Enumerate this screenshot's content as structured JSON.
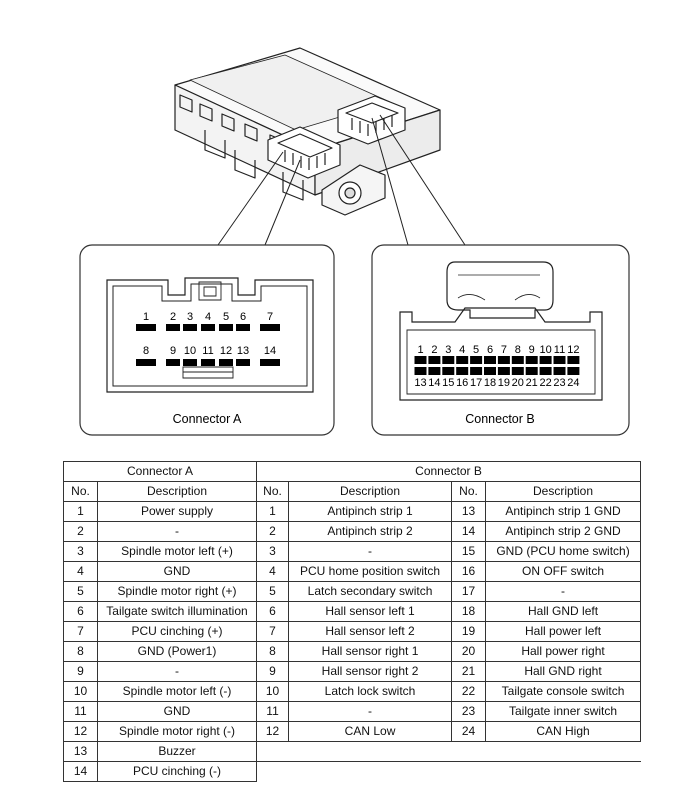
{
  "diagram": {
    "connector_a_caption": "Connector A",
    "connector_b_caption": "Connector B",
    "connector_a_top_pins": [
      "1",
      "2",
      "3",
      "4",
      "5",
      "6",
      "7"
    ],
    "connector_a_bottom_pins": [
      "8",
      "9",
      "10",
      "11",
      "12",
      "13",
      "14"
    ],
    "connector_b_top_pins": [
      "1",
      "2",
      "3",
      "4",
      "5",
      "6",
      "7",
      "8",
      "9",
      "10",
      "11",
      "12"
    ],
    "connector_b_bottom_pins": [
      "13",
      "14",
      "15",
      "16",
      "17",
      "18",
      "19",
      "20",
      "21",
      "22",
      "23",
      "24"
    ]
  },
  "table": {
    "group_a": "Connector A",
    "group_b": "Connector B",
    "col_no": "No.",
    "col_desc": "Description",
    "rows": [
      {
        "a_no": "1",
        "a_desc": "Power supply",
        "b_no": "1",
        "b_desc": "Antipinch strip 1",
        "c_no": "13",
        "c_desc": "Antipinch strip 1 GND"
      },
      {
        "a_no": "2",
        "a_desc": "-",
        "b_no": "2",
        "b_desc": "Antipinch strip 2",
        "c_no": "14",
        "c_desc": "Antipinch strip 2 GND"
      },
      {
        "a_no": "3",
        "a_desc": "Spindle motor left (+)",
        "b_no": "3",
        "b_desc": "-",
        "c_no": "15",
        "c_desc": "GND (PCU home switch)"
      },
      {
        "a_no": "4",
        "a_desc": "GND",
        "b_no": "4",
        "b_desc": "PCU home position switch",
        "c_no": "16",
        "c_desc": "ON OFF switch"
      },
      {
        "a_no": "5",
        "a_desc": "Spindle motor right (+)",
        "b_no": "5",
        "b_desc": "Latch secondary switch",
        "c_no": "17",
        "c_desc": "-"
      },
      {
        "a_no": "6",
        "a_desc": "Tailgate switch illumination",
        "b_no": "6",
        "b_desc": "Hall sensor left 1",
        "c_no": "18",
        "c_desc": "Hall GND left"
      },
      {
        "a_no": "7",
        "a_desc": "PCU cinching (+)",
        "b_no": "7",
        "b_desc": "Hall sensor left 2",
        "c_no": "19",
        "c_desc": "Hall power left"
      },
      {
        "a_no": "8",
        "a_desc": "GND (Power1)",
        "b_no": "8",
        "b_desc": "Hall sensor right 1",
        "c_no": "20",
        "c_desc": "Hall power right"
      },
      {
        "a_no": "9",
        "a_desc": "-",
        "b_no": "9",
        "b_desc": "Hall sensor right 2",
        "c_no": "21",
        "c_desc": "Hall GND right"
      },
      {
        "a_no": "10",
        "a_desc": "Spindle motor left (-)",
        "b_no": "10",
        "b_desc": "Latch lock switch",
        "c_no": "22",
        "c_desc": "Tailgate console switch"
      },
      {
        "a_no": "11",
        "a_desc": "GND",
        "b_no": "11",
        "b_desc": "-",
        "c_no": "23",
        "c_desc": "Tailgate inner switch"
      },
      {
        "a_no": "12",
        "a_desc": "Spindle motor right (-)",
        "b_no": "12",
        "b_desc": "CAN Low",
        "c_no": "24",
        "c_desc": "CAN High"
      },
      {
        "a_no": "13",
        "a_desc": "Buzzer"
      },
      {
        "a_no": "14",
        "a_desc": "PCU cinching (-)"
      }
    ]
  }
}
